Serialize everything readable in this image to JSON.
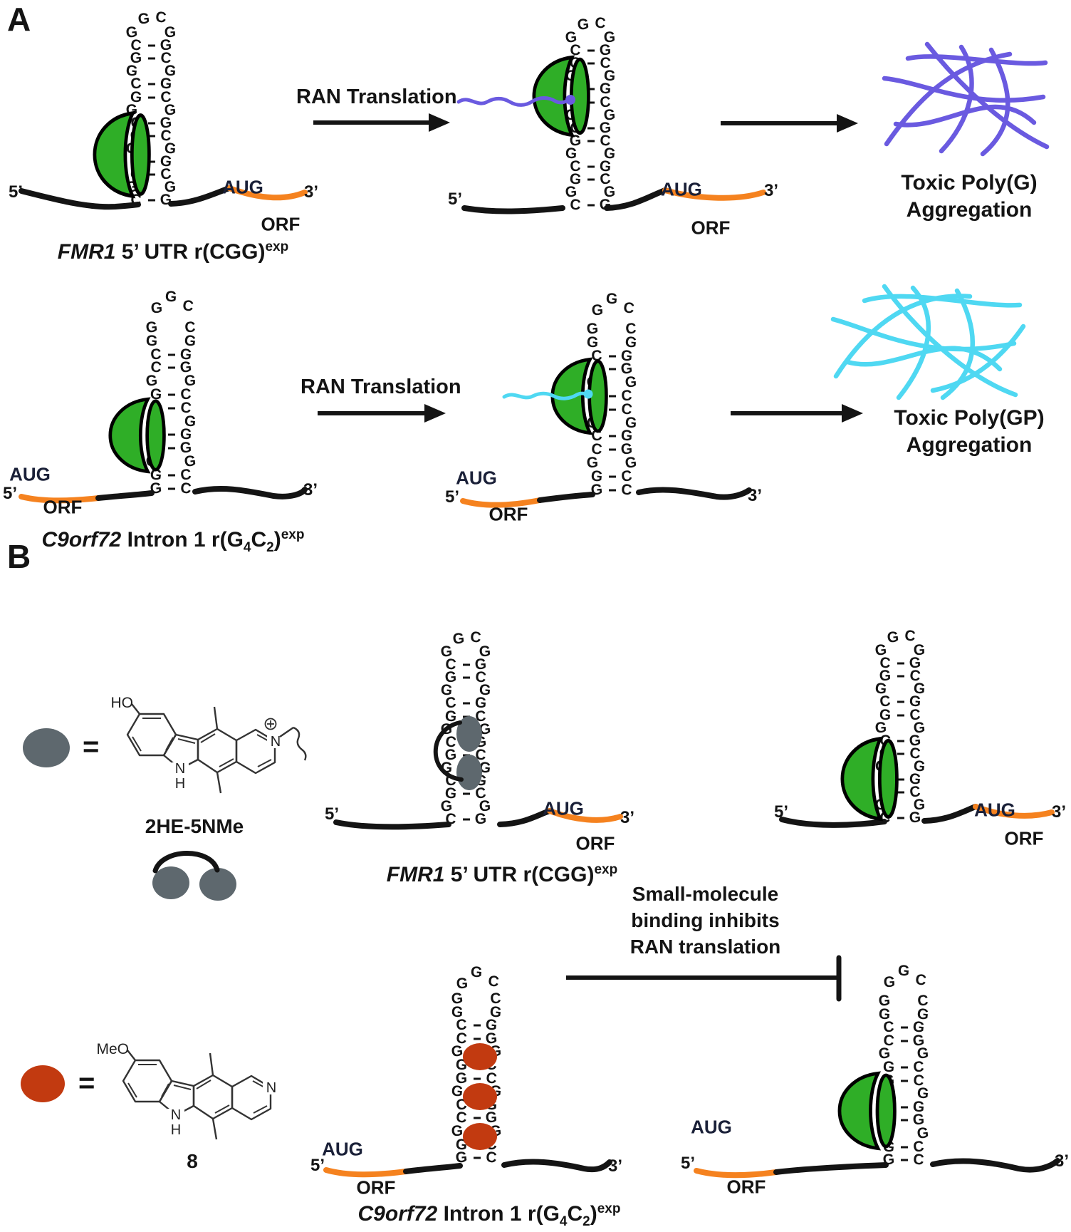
{
  "figure": {
    "panelA_label": "A",
    "panelB_label": "B",
    "equals_sign": "="
  },
  "colors": {
    "ribosome_green": "#2fae27",
    "orf_orange": "#f5821f",
    "poly_g_purple": "#6a5ae0",
    "poly_gp_cyan": "#4fd8f2",
    "molecule_gray": "#5e686e",
    "molecule_red": "#c23a10",
    "strand_black": "#141414",
    "aug_navy": "#1a2038"
  },
  "strand": {
    "five_prime": "5’",
    "three_prime": "3’",
    "start_codon": "AUG",
    "orf": "ORF"
  },
  "arrows": {
    "ran_translation": "RAN Translation"
  },
  "outcomes": {
    "poly_g": {
      "line1": "Toxic Poly(G)",
      "line2": "Aggregation"
    },
    "poly_gp": {
      "line1": "Toxic Poly(GP)",
      "line2": "Aggregation"
    }
  },
  "rna_labels": {
    "fmr1": {
      "gene": "FMR1",
      "text": " 5’ UTR r(CGG)",
      "sup": "exp"
    },
    "c9orf72": {
      "gene": "C9orf72",
      "text1": " Intron 1 r(G",
      "sub1": "4",
      "text2": "C",
      "sub2": "2",
      "text3": ")",
      "sup": "exp"
    }
  },
  "inhibition": {
    "line1": "Small-molecule",
    "line2": "binding inhibits",
    "line3": "RAN translation"
  },
  "compounds": {
    "compound1": {
      "name": "2HE-5NMe",
      "substituent": "HO",
      "ring_n": "N",
      "ring_h": "H",
      "charge": "+"
    },
    "compound2": {
      "name": "8",
      "substituent": "MeO",
      "ring_n": "N",
      "ring_h": "H"
    }
  },
  "hairpins": {
    "cgg": {
      "name": "FMR1 r(CGG) hairpin",
      "loop": [
        "G",
        "C"
      ],
      "rows": [
        "G G",
        "C-G",
        "G-C",
        "G G",
        "C-G",
        "G-C",
        "G G",
        "C-G",
        "G-C",
        "G G",
        "C-G",
        "G-C",
        "G G",
        "C-G"
      ]
    },
    "g4c2": {
      "name": "C9orf72 r(G4C2) hairpin",
      "loop": [
        "G",
        "G",
        "C"
      ],
      "rows": [
        "G C",
        "G G",
        "C-G",
        "C-G",
        "G G",
        "G-C",
        "G-C",
        "G G",
        "C-G",
        "C-G",
        "G G",
        "G-C",
        "G-C"
      ]
    }
  }
}
